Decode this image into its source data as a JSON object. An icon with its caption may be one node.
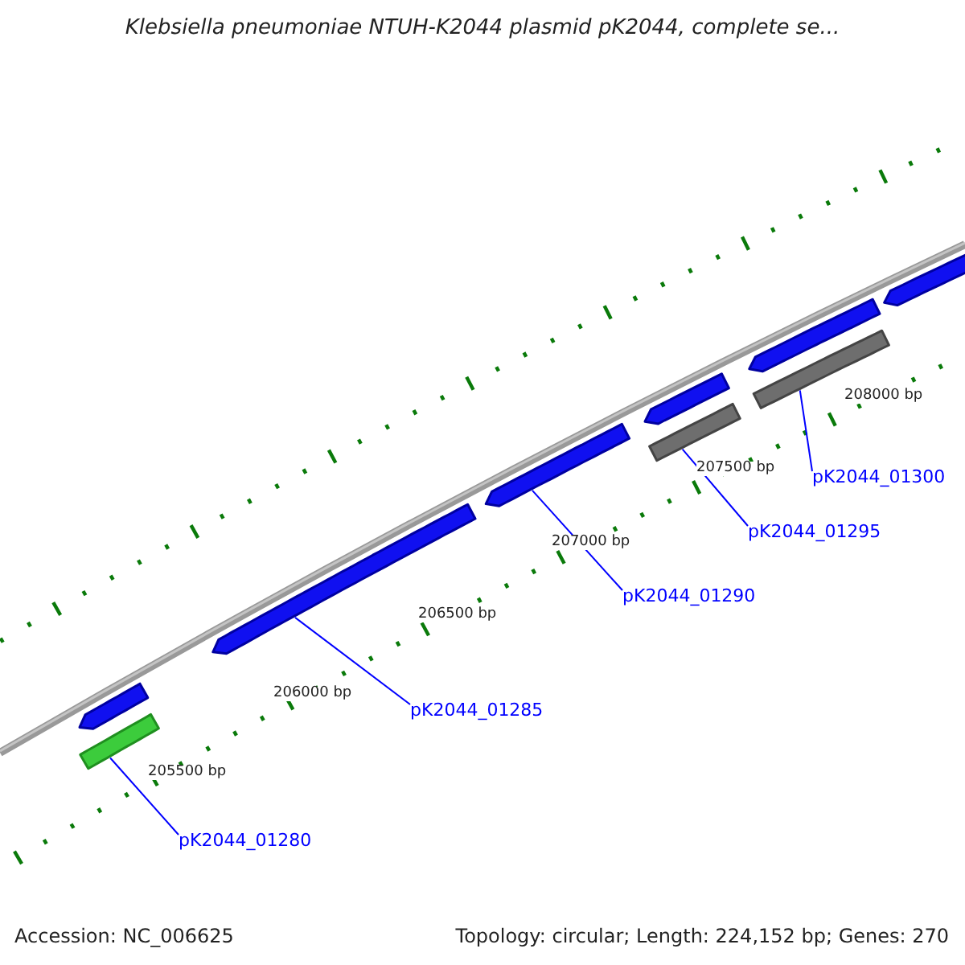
{
  "diagram": {
    "title": "Klebsiella pneumoniae NTUH-K2044 plasmid pK2044, complete se...",
    "nodes": [
      {
        "text": [],
        "shape": "bar"
      },
      {
        "text": [],
        "shape": "bar"
      },
      {
        "text": [],
        "shape": "bar"
      },
      {
        "text": [],
        "shape": "bar"
      },
      {
        "text": [],
        "shape": "bar"
      },
      {
        "text": [],
        "shape": "bar"
      },
      {
        "text": [],
        "shape": "bar"
      },
      {
        "text": [],
        "shape": "bar"
      },
      {
        "text": [],
        "shape": "bar"
      },
      {
        "text": [
          "pK2044_01280"
        ]
      },
      {
        "text": [
          "pK2044_01285"
        ]
      },
      {
        "text": [
          "pK2044_01290"
        ]
      },
      {
        "text": [
          "pK2044_01295"
        ]
      },
      {
        "text": [
          "pK2044_01300"
        ]
      }
    ],
    "edges": [
      {
        "from": 9,
        "to": 1,
        "arrow": "none"
      },
      {
        "from": 10,
        "to": 2,
        "arrow": "none"
      },
      {
        "from": 11,
        "to": 3,
        "arrow": "none"
      },
      {
        "from": 12,
        "to": 5,
        "arrow": "none"
      },
      {
        "from": 13,
        "to": 7,
        "arrow": "none"
      }
    ],
    "labels": [
      "205500 bp",
      "206000 bp",
      "206500 bp",
      "207000 bp",
      "207500 bp",
      "208000 bp",
      "Accession: NC_006625",
      "Topology: circular; Length: 224,152 bp; Genes: 270"
    ]
  }
}
